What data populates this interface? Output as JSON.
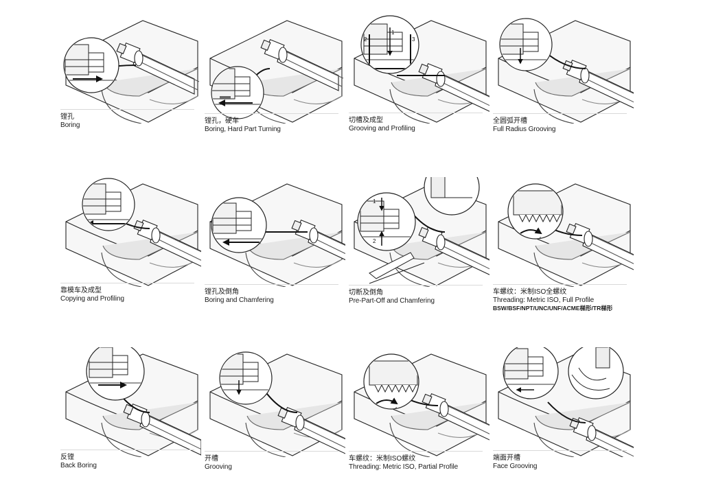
{
  "operations": [
    {
      "cn": "镗孔",
      "en": "Boring",
      "variant": "boring"
    },
    {
      "cn": "镗孔，硬车",
      "en": "Boring, Hard Part Turning",
      "variant": "hard"
    },
    {
      "cn": "切槽及成型",
      "en": "Grooving and Profiling",
      "variant": "groove-profile"
    },
    {
      "cn": "全圆弧开槽",
      "en": "Full Radius Grooving",
      "variant": "full-radius"
    },
    {
      "cn": "靠模车及成型",
      "en": "Copying and Profiling",
      "variant": "copying"
    },
    {
      "cn": "镗孔及倒角",
      "en": "Boring and Chamfering",
      "variant": "chamfer"
    },
    {
      "cn": "切断及倒角",
      "en": "Pre-Part-Off and Chamfering",
      "variant": "partoff"
    },
    {
      "cn": "车螺纹：米制ISO全螺纹",
      "en": "Threading: Metric ISO, Full Profile",
      "extra": "BSW/BSF/NPT/UNC/UNF/ACME梯形/TR梯形",
      "variant": "thread-full"
    },
    {
      "cn": "反镗",
      "en": "Back Boring",
      "variant": "back"
    },
    {
      "cn": "开槽",
      "en": "Grooving",
      "variant": "grooving"
    },
    {
      "cn": "车螺纹：米制ISO螺纹",
      "en": "Threading: Metric ISO, Partial Profile",
      "variant": "thread-partial"
    },
    {
      "cn": "端面开槽",
      "en": "Face Grooving",
      "variant": "face"
    }
  ],
  "detail_markers": [
    "1",
    "2",
    "3"
  ]
}
